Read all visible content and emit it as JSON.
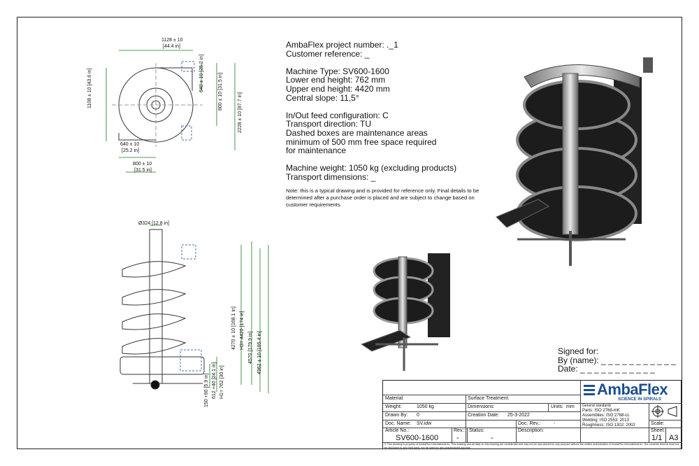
{
  "specs": {
    "project_number": "AmbaFlex project number: ._1",
    "customer_reference": "Customer reference: _",
    "machine_type": "Machine Type: SV600-1600",
    "lower_end_height": "Lower end height: 762 mm",
    "upper_end_height": "Upper end height: 4420 mm",
    "central_slope": "Central slope: 11,5°",
    "feed_configuration": "In/Out feed configuration: C",
    "transport_direction": "Transport direction: TU",
    "maintenance_line1": "Dashed boxes are maintenance areas",
    "maintenance_line2": "minimum of 500 mm free space required",
    "maintenance_line3": "for maintenance",
    "machine_weight": "Machine weight: 1050 kg (excluding products)",
    "transport_dimensions": "Transport dimensions: _"
  },
  "note": "Note: this is a typical drawing and is provided for reference only. Final details to be determined after a purchase order is placed and are subject to change based on customer requirements.",
  "signoff": {
    "signed_for": "Signed for:",
    "by_name": "By (name): _ _ _ _ _ _ _ _ _ _ _",
    "date": "Date:       _ _ _ _ _ _ _ _ _ _ _"
  },
  "top_view": {
    "width_dim": "1128 ± 10",
    "width_in": "[44.4 in]",
    "height_dim": "1108 ± 10",
    "height_in": "[43.6 in]",
    "d640_right": "640 ± 10",
    "d640_right_in": "[25.2 in]",
    "d800_right": "800 ± 10",
    "d800_right_in": "[31.5 in]",
    "d2228": "2228 ± 10",
    "d2228_in": "[87.7 in]",
    "d640_bottom": "640 ± 10",
    "d640_bottom_in": "[25.2 in]",
    "d800_bottom": "800 ± 10",
    "d800_bottom_in": "[31.5 in]"
  },
  "side_view": {
    "diameter": "Ø324",
    "diameter_in": "[12.8 in]",
    "d4270": "4270 ± 10  [168.1 in]",
    "dH3": "H3= 4420  [174 in]",
    "d4570": "4570  [179.9 in]",
    "d4962": "4962 ± 10  [195.4 in]",
    "d612": "612 +40  [24.1 in]",
    "dH1": "H1= 762  [30 in]",
    "d150": "150 +90  [5.9 in]"
  },
  "title_block": {
    "logo_text": "AmbaFlex",
    "tagline": "SCIENCE IN SPIRALS",
    "material_label": "Material:",
    "surface_label": "Surface Treatment:",
    "weight_label": "Weight:",
    "weight_value": "1050 kg",
    "dimensions_label": "Dimensions:",
    "units_label": "Units:",
    "units_value": "mm",
    "drawn_label": "Drawn By:",
    "drawn_value": "0",
    "creation_label": "Creation Date:",
    "creation_value": "25-3-2022",
    "docname_label": "Doc. Name:",
    "docname_value": "SV.idw",
    "docrev_label": "Doc. Rev.:",
    "docrev_value": "-",
    "article_label": "Article No.:",
    "article_value": "SV600-1600",
    "rev_label": "Rev.:",
    "rev_value": "-",
    "status_label": "Status:",
    "status_value": "-",
    "description_label": "Description:",
    "standards_title": "General standards",
    "std_parts": "Parts:         ISO 2768-mK",
    "std_assemblies": "Assemblies: ISO 2768-cL",
    "std_welding": "Welding:      ISO 2553: 2013",
    "std_roughness": "Roughness: ISO 1302: 2002",
    "scale_label": "Scale:",
    "sheet_label": "Sheet:",
    "sheet_value": "1/1",
    "size_value": "A3",
    "footer": "© This drawing is property of AmbaFlex International bv. This drawing and all data on this drawing are confidential and may not be reproduced for any purpose without the written authorization of AmbaFlex International bv. The contents thereof must not be disclosed to any third party, nor be used for any unauthorized purpose."
  }
}
